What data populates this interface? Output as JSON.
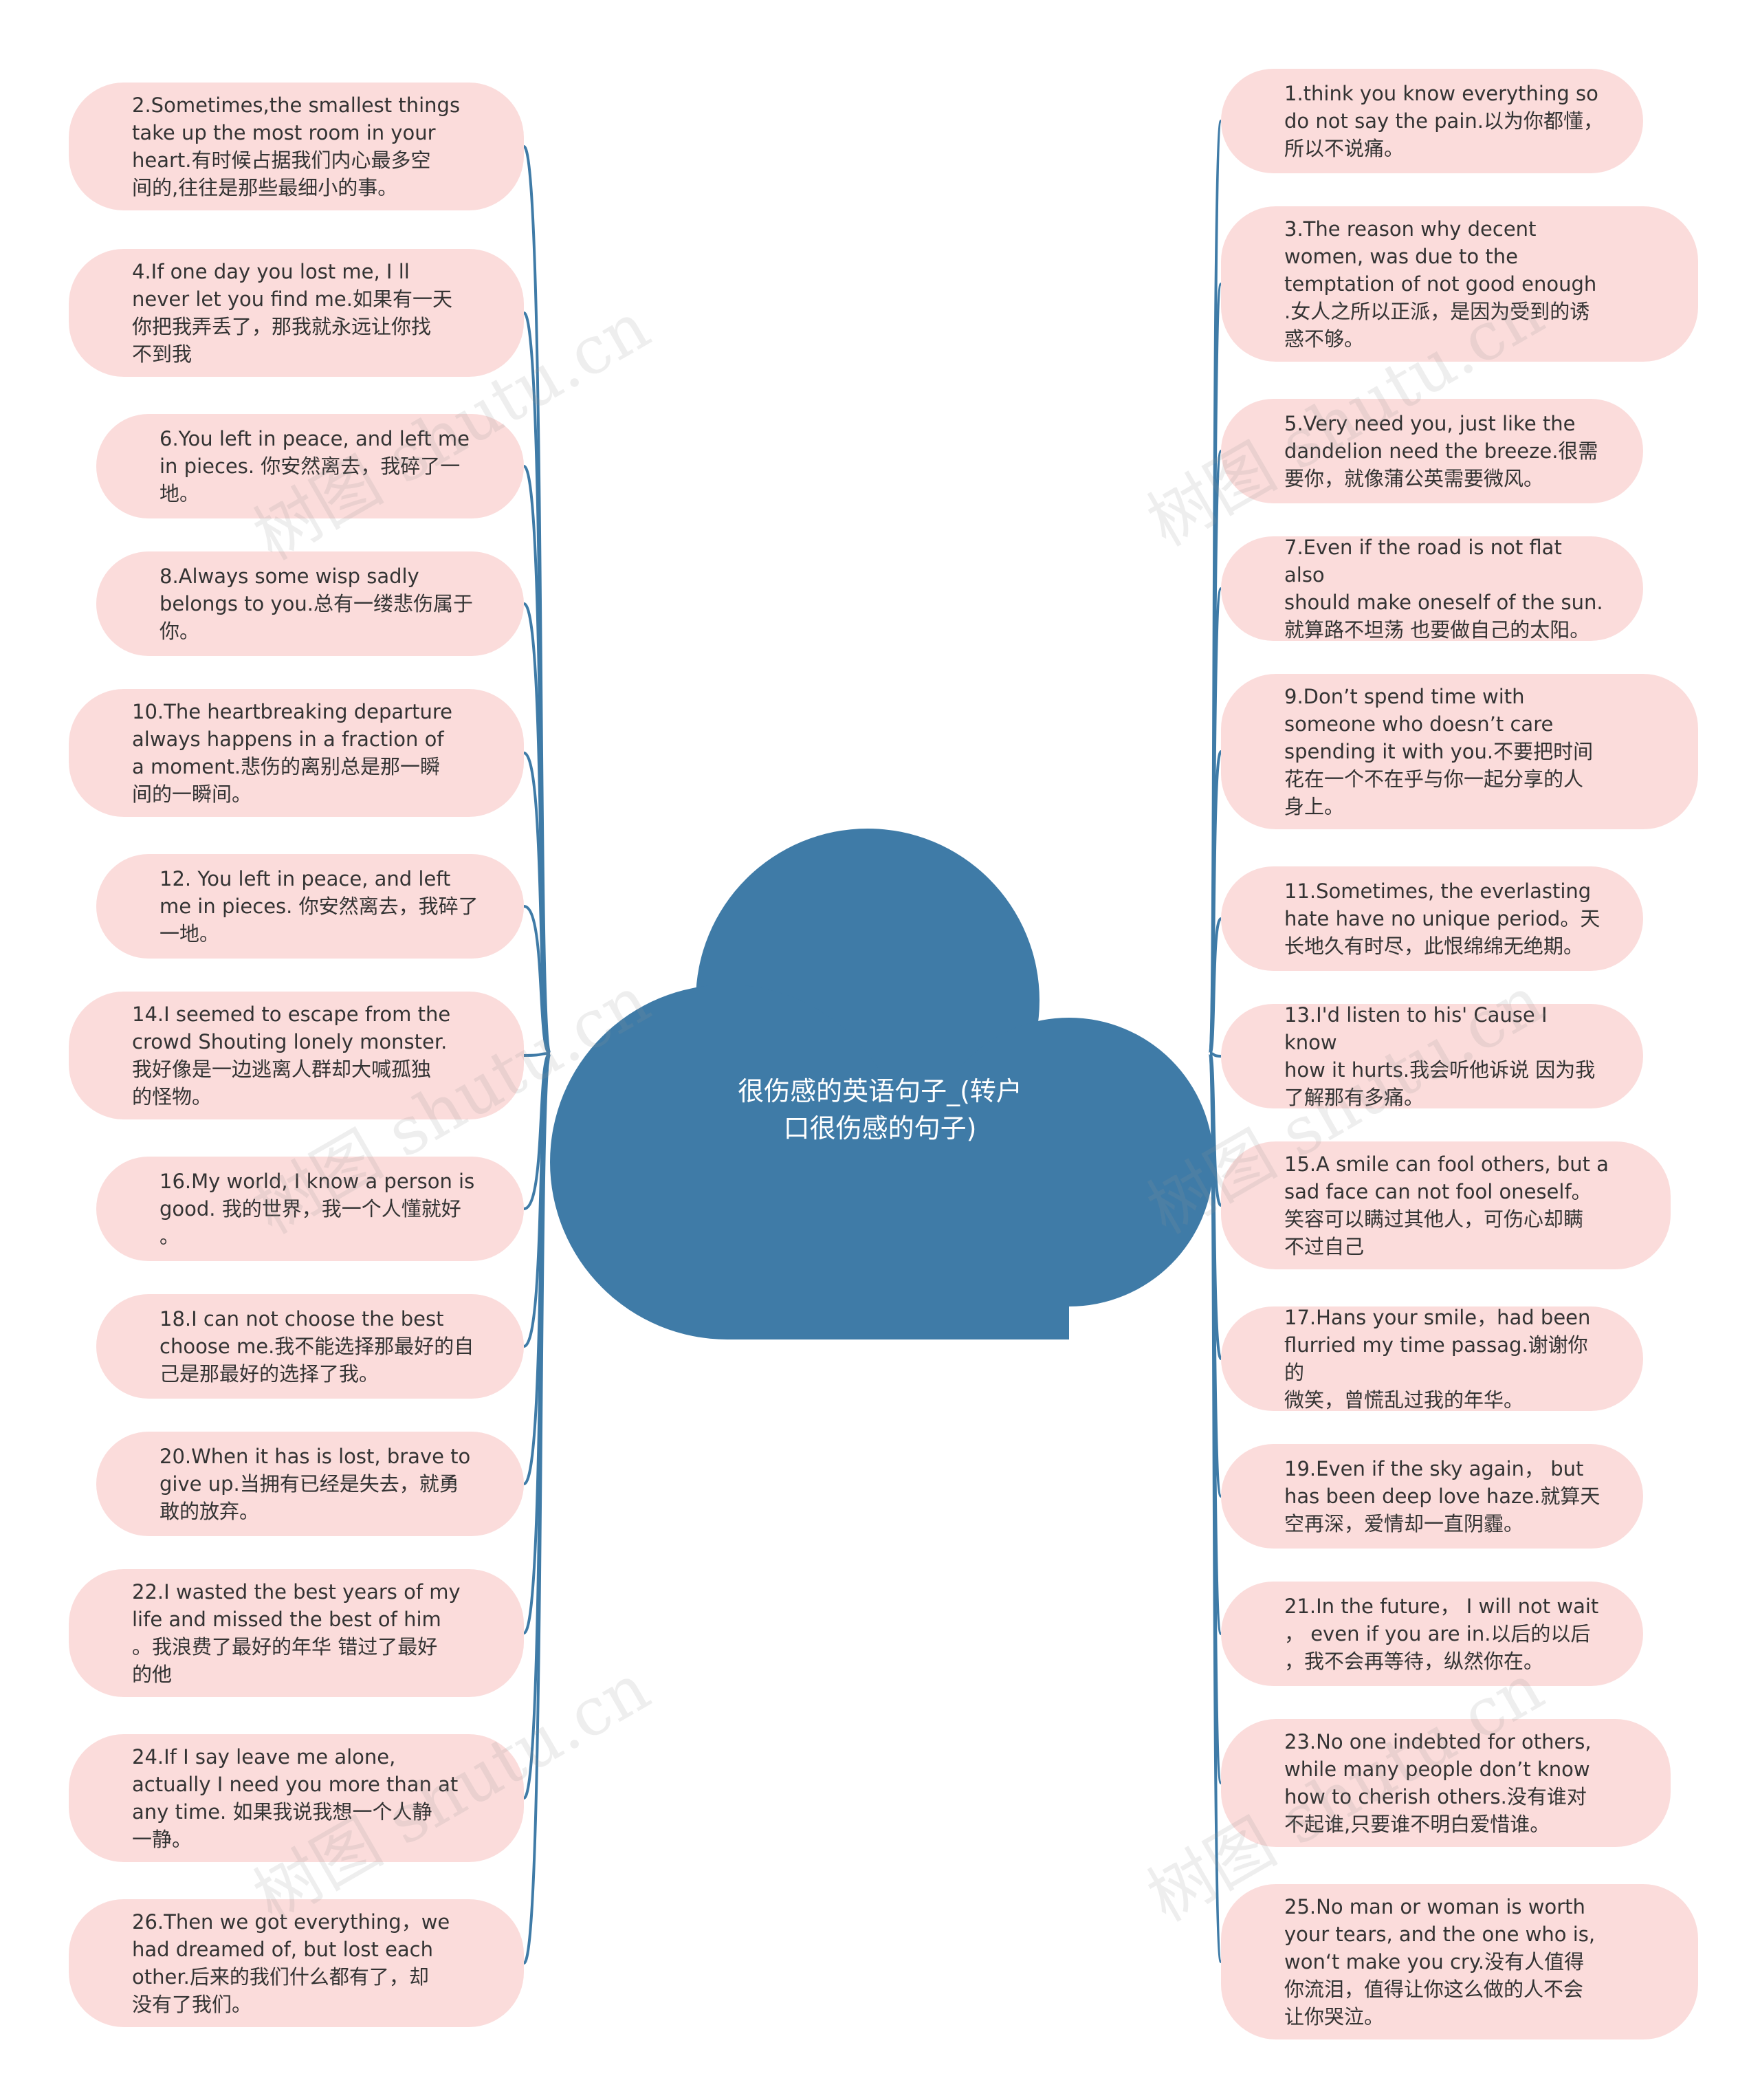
{
  "root": {
    "label": "很伤感的英语句子_(转户\n口很伤感的句子)"
  },
  "colors": {
    "line": "#3f7ba7",
    "root_fill": "#3f7ba7",
    "node_fill": "#fbdcdb",
    "text": "#333333"
  },
  "watermark": "树图 shutu.cn",
  "left_nodes": [
    {
      "text": "2.Sometimes,the smallest things\n take up the most room in your\nheart.有时候占据我们内心最多空\n间的,往往是那些最细小的事。"
    },
    {
      "text": "4.If one day you lost me, I ll\nnever let you find me.如果有一天\n你把我弄丢了，那我就永远让你找\n不到我"
    },
    {
      "text": "6.You left in peace, and left me\nin pieces. 你安然离去，我碎了一\n地。"
    },
    {
      "text": "8.Always some wisp sadly\nbelongs to you.总有一缕悲伤属于\n你。"
    },
    {
      "text": "10.The heartbreaking departure\nalways happens in a fraction of\na moment.悲伤的离别总是那一瞬\n间的一瞬间。"
    },
    {
      "text": "12. You left in peace, and left\nme in pieces. 你安然离去，我碎了\n一地。"
    },
    {
      "text": "14.I seemed to escape from the\ncrowd Shouting lonely monster.\n我好像是一边逃离人群却大喊孤独\n的怪物。"
    },
    {
      "text": "16.My world, I know a person is\ngood. 我的世界，我一个人懂就好\n。"
    },
    {
      "text": "18.I can not choose the best\nchoose me.我不能选择那最好的自\n己是那最好的选择了我。"
    },
    {
      "text": "20.When it has is lost, brave to\ngive up.当拥有已经是失去，就勇\n敢的放弃。"
    },
    {
      "text": "22.I wasted the best years of my\n life and missed the best of him\n。我浪费了最好的年华 错过了最好\n的他"
    },
    {
      "text": "24.If I say leave me alone,\nactually I need you more than at\n any time. 如果我说我想一个人静\n一静。"
    },
    {
      "text": "26.Then we got everything，we\nhad dreamed of, but lost each\nother.后来的我们什么都有了，却\n没有了我们。"
    }
  ],
  "right_nodes": [
    {
      "text": "1.think you know everything so\ndo not say the pain.以为你都懂，\n所以不说痛。"
    },
    {
      "text": "3.The reason why decent\nwomen, was due to the\ntemptation of not good enough\n.女人之所以正派，是因为受到的诱\n惑不够。"
    },
    {
      "text": "5.Very need you, just like the\ndandelion need the breeze.很需\n要你，就像蒲公英需要微风。"
    },
    {
      "text": "7.Even if the road is not flat also\n should make oneself of the sun.\n就算路不坦荡 也要做自己的太阳。"
    },
    {
      "text": "9.Don’t spend time with\nsomeone who doesn’t care\nspending it with you.不要把时间\n花在一个不在乎与你一起分享的人\n身上。"
    },
    {
      "text": "11.Sometimes, the everlasting\nhate have no unique period。天\n长地久有时尽，此恨绵绵无绝期。"
    },
    {
      "text": "13.I'd listen to his' Cause I know\n how it hurts.我会听他诉说 因为我\n了解那有多痛。"
    },
    {
      "text": "15.A smile can fool others, but a\n sad face can not fool oneself。\n笑容可以瞒过其他人，可伤心却瞒\n不过自己"
    },
    {
      "text": "17.Hans your smile，had been\nflurried my time passag.谢谢你的\n微笑，曾慌乱过我的年华。"
    },
    {
      "text": "19.Even if the sky again， but\nhas been deep love haze.就算天\n空再深，爱情却一直阴霾。"
    },
    {
      "text": "21.In the future， I will not wait\n， even if you are in.以后的以后\n，我不会再等待，纵然你在。"
    },
    {
      "text": "23.No one indebted for others,\nwhile many people don’t know\n how to cherish others.没有谁对\n不起谁,只要谁不明白爱惜谁。"
    },
    {
      "text": "25.No man or woman is worth\nyour tears, and the one who is,\nwon‘t make you cry.没有人值得\n你流泪，值得让你这么做的人不会\n让你哭泣。"
    }
  ]
}
